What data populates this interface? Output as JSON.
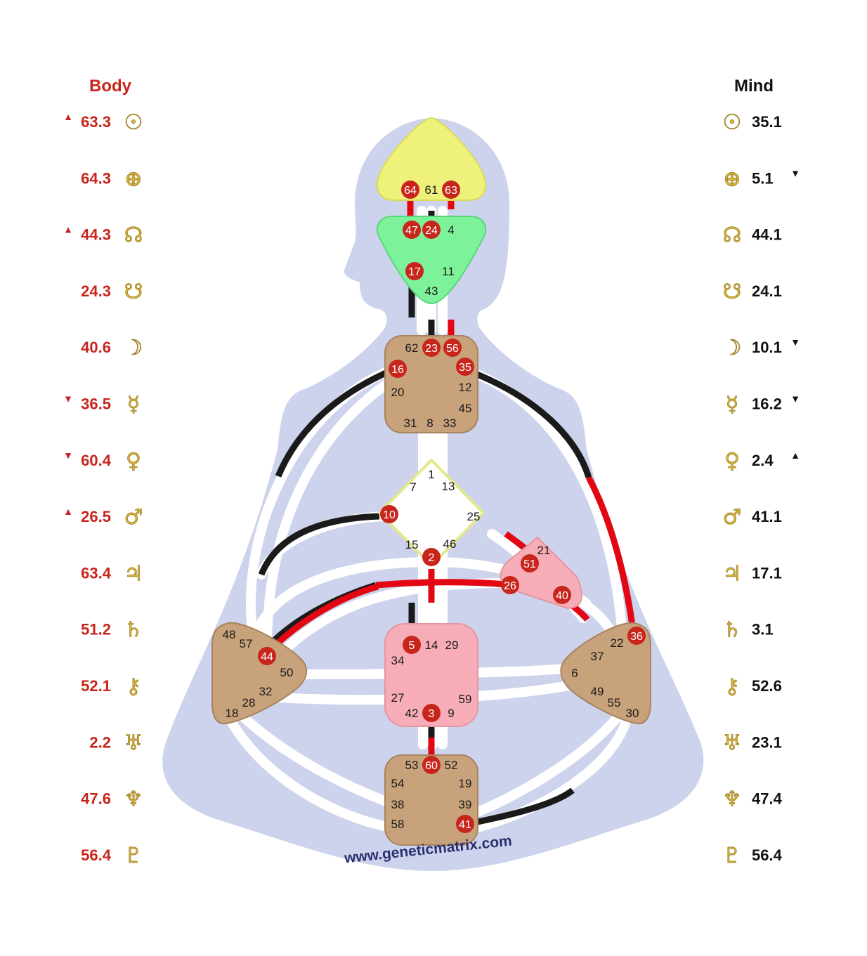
{
  "headers": {
    "body": "Body",
    "mind": "Mind"
  },
  "colors": {
    "body": "#c8251c",
    "mind": "#111111",
    "silhouette": "#cdd3ec",
    "channel": "#ffffff",
    "defined_body": "#e30613",
    "defined_mind": "#1a1a1a",
    "gate_active": "#c8251c"
  },
  "body_column": [
    {
      "planet": "sun-icon",
      "glyph": "☉",
      "value": "63.3",
      "arrow": "▲"
    },
    {
      "planet": "earth-icon",
      "glyph": "⊕",
      "value": "64.3",
      "arrow": ""
    },
    {
      "planet": "north-node-icon",
      "glyph": "☊",
      "value": "44.3",
      "arrow": "▲"
    },
    {
      "planet": "south-node-icon",
      "glyph": "☋",
      "value": "24.3",
      "arrow": ""
    },
    {
      "planet": "moon-icon",
      "glyph": "☽",
      "value": "40.6",
      "arrow": ""
    },
    {
      "planet": "mercury-icon",
      "glyph": "☿",
      "value": "36.5",
      "arrow": "▼"
    },
    {
      "planet": "venus-icon",
      "glyph": "♀",
      "value": "60.4",
      "arrow": "▼"
    },
    {
      "planet": "mars-icon",
      "glyph": "♂",
      "value": "26.5",
      "arrow": "▲"
    },
    {
      "planet": "jupiter-icon",
      "glyph": "♃",
      "value": "63.4",
      "arrow": ""
    },
    {
      "planet": "saturn-icon",
      "glyph": "♄",
      "value": "51.2",
      "arrow": ""
    },
    {
      "planet": "chiron-icon",
      "glyph": "⚷",
      "value": "52.1",
      "arrow": ""
    },
    {
      "planet": "uranus-icon",
      "glyph": "♅",
      "value": "2.2",
      "arrow": ""
    },
    {
      "planet": "neptune-icon",
      "glyph": "♆",
      "value": "47.6",
      "arrow": ""
    },
    {
      "planet": "pluto-icon",
      "glyph": "♇",
      "value": "56.4",
      "arrow": ""
    }
  ],
  "mind_column": [
    {
      "planet": "sun-icon",
      "glyph": "☉",
      "value": "35.1",
      "arrow": ""
    },
    {
      "planet": "earth-icon",
      "glyph": "⊕",
      "value": "5.1",
      "arrow": "▼"
    },
    {
      "planet": "north-node-icon",
      "glyph": "☊",
      "value": "44.1",
      "arrow": ""
    },
    {
      "planet": "south-node-icon",
      "glyph": "☋",
      "value": "24.1",
      "arrow": ""
    },
    {
      "planet": "moon-icon",
      "glyph": "☽",
      "value": "10.1",
      "arrow": "▼"
    },
    {
      "planet": "mercury-icon",
      "glyph": "☿",
      "value": "16.2",
      "arrow": "▼"
    },
    {
      "planet": "venus-icon",
      "glyph": "♀",
      "value": "2.4",
      "arrow": "▲"
    },
    {
      "planet": "mars-icon",
      "glyph": "♂",
      "value": "41.1",
      "arrow": ""
    },
    {
      "planet": "jupiter-icon",
      "glyph": "♃",
      "value": "17.1",
      "arrow": ""
    },
    {
      "planet": "saturn-icon",
      "glyph": "♄",
      "value": "3.1",
      "arrow": ""
    },
    {
      "planet": "chiron-icon",
      "glyph": "⚷",
      "value": "52.6",
      "arrow": ""
    },
    {
      "planet": "uranus-icon",
      "glyph": "♅",
      "value": "23.1",
      "arrow": ""
    },
    {
      "planet": "neptune-icon",
      "glyph": "♆",
      "value": "47.4",
      "arrow": ""
    },
    {
      "planet": "pluto-icon",
      "glyph": "♇",
      "value": "56.4",
      "arrow": ""
    }
  ],
  "centers": [
    {
      "name": "head",
      "color": "#eef17a",
      "defined": true
    },
    {
      "name": "ajna",
      "color": "#7ef29a",
      "defined": true
    },
    {
      "name": "throat",
      "color": "#c8a27a",
      "defined": true
    },
    {
      "name": "g",
      "color": "#ffffff",
      "defined": false
    },
    {
      "name": "heart",
      "color": "#f7adb7",
      "defined": true
    },
    {
      "name": "sacral",
      "color": "#f7adb7",
      "defined": true
    },
    {
      "name": "spleen",
      "color": "#c8a27a",
      "defined": true
    },
    {
      "name": "solar-plexus",
      "color": "#c8a27a",
      "defined": true
    },
    {
      "name": "root",
      "color": "#c8a27a",
      "defined": true
    }
  ],
  "gates": [
    {
      "n": "64",
      "active": true
    },
    {
      "n": "61",
      "active": false
    },
    {
      "n": "63",
      "active": true
    },
    {
      "n": "47",
      "active": true
    },
    {
      "n": "24",
      "active": true
    },
    {
      "n": "4",
      "active": false
    },
    {
      "n": "17",
      "active": true
    },
    {
      "n": "11",
      "active": false
    },
    {
      "n": "43",
      "active": false
    },
    {
      "n": "62",
      "active": false
    },
    {
      "n": "23",
      "active": true
    },
    {
      "n": "56",
      "active": true
    },
    {
      "n": "16",
      "active": true
    },
    {
      "n": "35",
      "active": true
    },
    {
      "n": "20",
      "active": false
    },
    {
      "n": "12",
      "active": false
    },
    {
      "n": "45",
      "active": false
    },
    {
      "n": "31",
      "active": false
    },
    {
      "n": "8",
      "active": false
    },
    {
      "n": "33",
      "active": false
    },
    {
      "n": "1",
      "active": false
    },
    {
      "n": "7",
      "active": false
    },
    {
      "n": "13",
      "active": false
    },
    {
      "n": "10",
      "active": true
    },
    {
      "n": "25",
      "active": false
    },
    {
      "n": "15",
      "active": false
    },
    {
      "n": "46",
      "active": false
    },
    {
      "n": "2",
      "active": true
    },
    {
      "n": "21",
      "active": false
    },
    {
      "n": "51",
      "active": true
    },
    {
      "n": "26",
      "active": true
    },
    {
      "n": "40",
      "active": true
    },
    {
      "n": "5",
      "active": true
    },
    {
      "n": "14",
      "active": false
    },
    {
      "n": "29",
      "active": false
    },
    {
      "n": "34",
      "active": false
    },
    {
      "n": "27",
      "active": false
    },
    {
      "n": "59",
      "active": false
    },
    {
      "n": "42",
      "active": false
    },
    {
      "n": "3",
      "active": true
    },
    {
      "n": "9",
      "active": false
    },
    {
      "n": "48",
      "active": false
    },
    {
      "n": "57",
      "active": false
    },
    {
      "n": "44",
      "active": true
    },
    {
      "n": "50",
      "active": false
    },
    {
      "n": "32",
      "active": false
    },
    {
      "n": "28",
      "active": false
    },
    {
      "n": "18",
      "active": false
    },
    {
      "n": "36",
      "active": true
    },
    {
      "n": "22",
      "active": false
    },
    {
      "n": "37",
      "active": false
    },
    {
      "n": "6",
      "active": false
    },
    {
      "n": "49",
      "active": false
    },
    {
      "n": "55",
      "active": false
    },
    {
      "n": "30",
      "active": false
    },
    {
      "n": "53",
      "active": false
    },
    {
      "n": "60",
      "active": true
    },
    {
      "n": "52",
      "active": false
    },
    {
      "n": "54",
      "active": false
    },
    {
      "n": "19",
      "active": false
    },
    {
      "n": "38",
      "active": false
    },
    {
      "n": "39",
      "active": false
    },
    {
      "n": "58",
      "active": false
    },
    {
      "n": "41",
      "active": true
    }
  ],
  "footer": {
    "url": "www.geneticmatrix.com"
  }
}
